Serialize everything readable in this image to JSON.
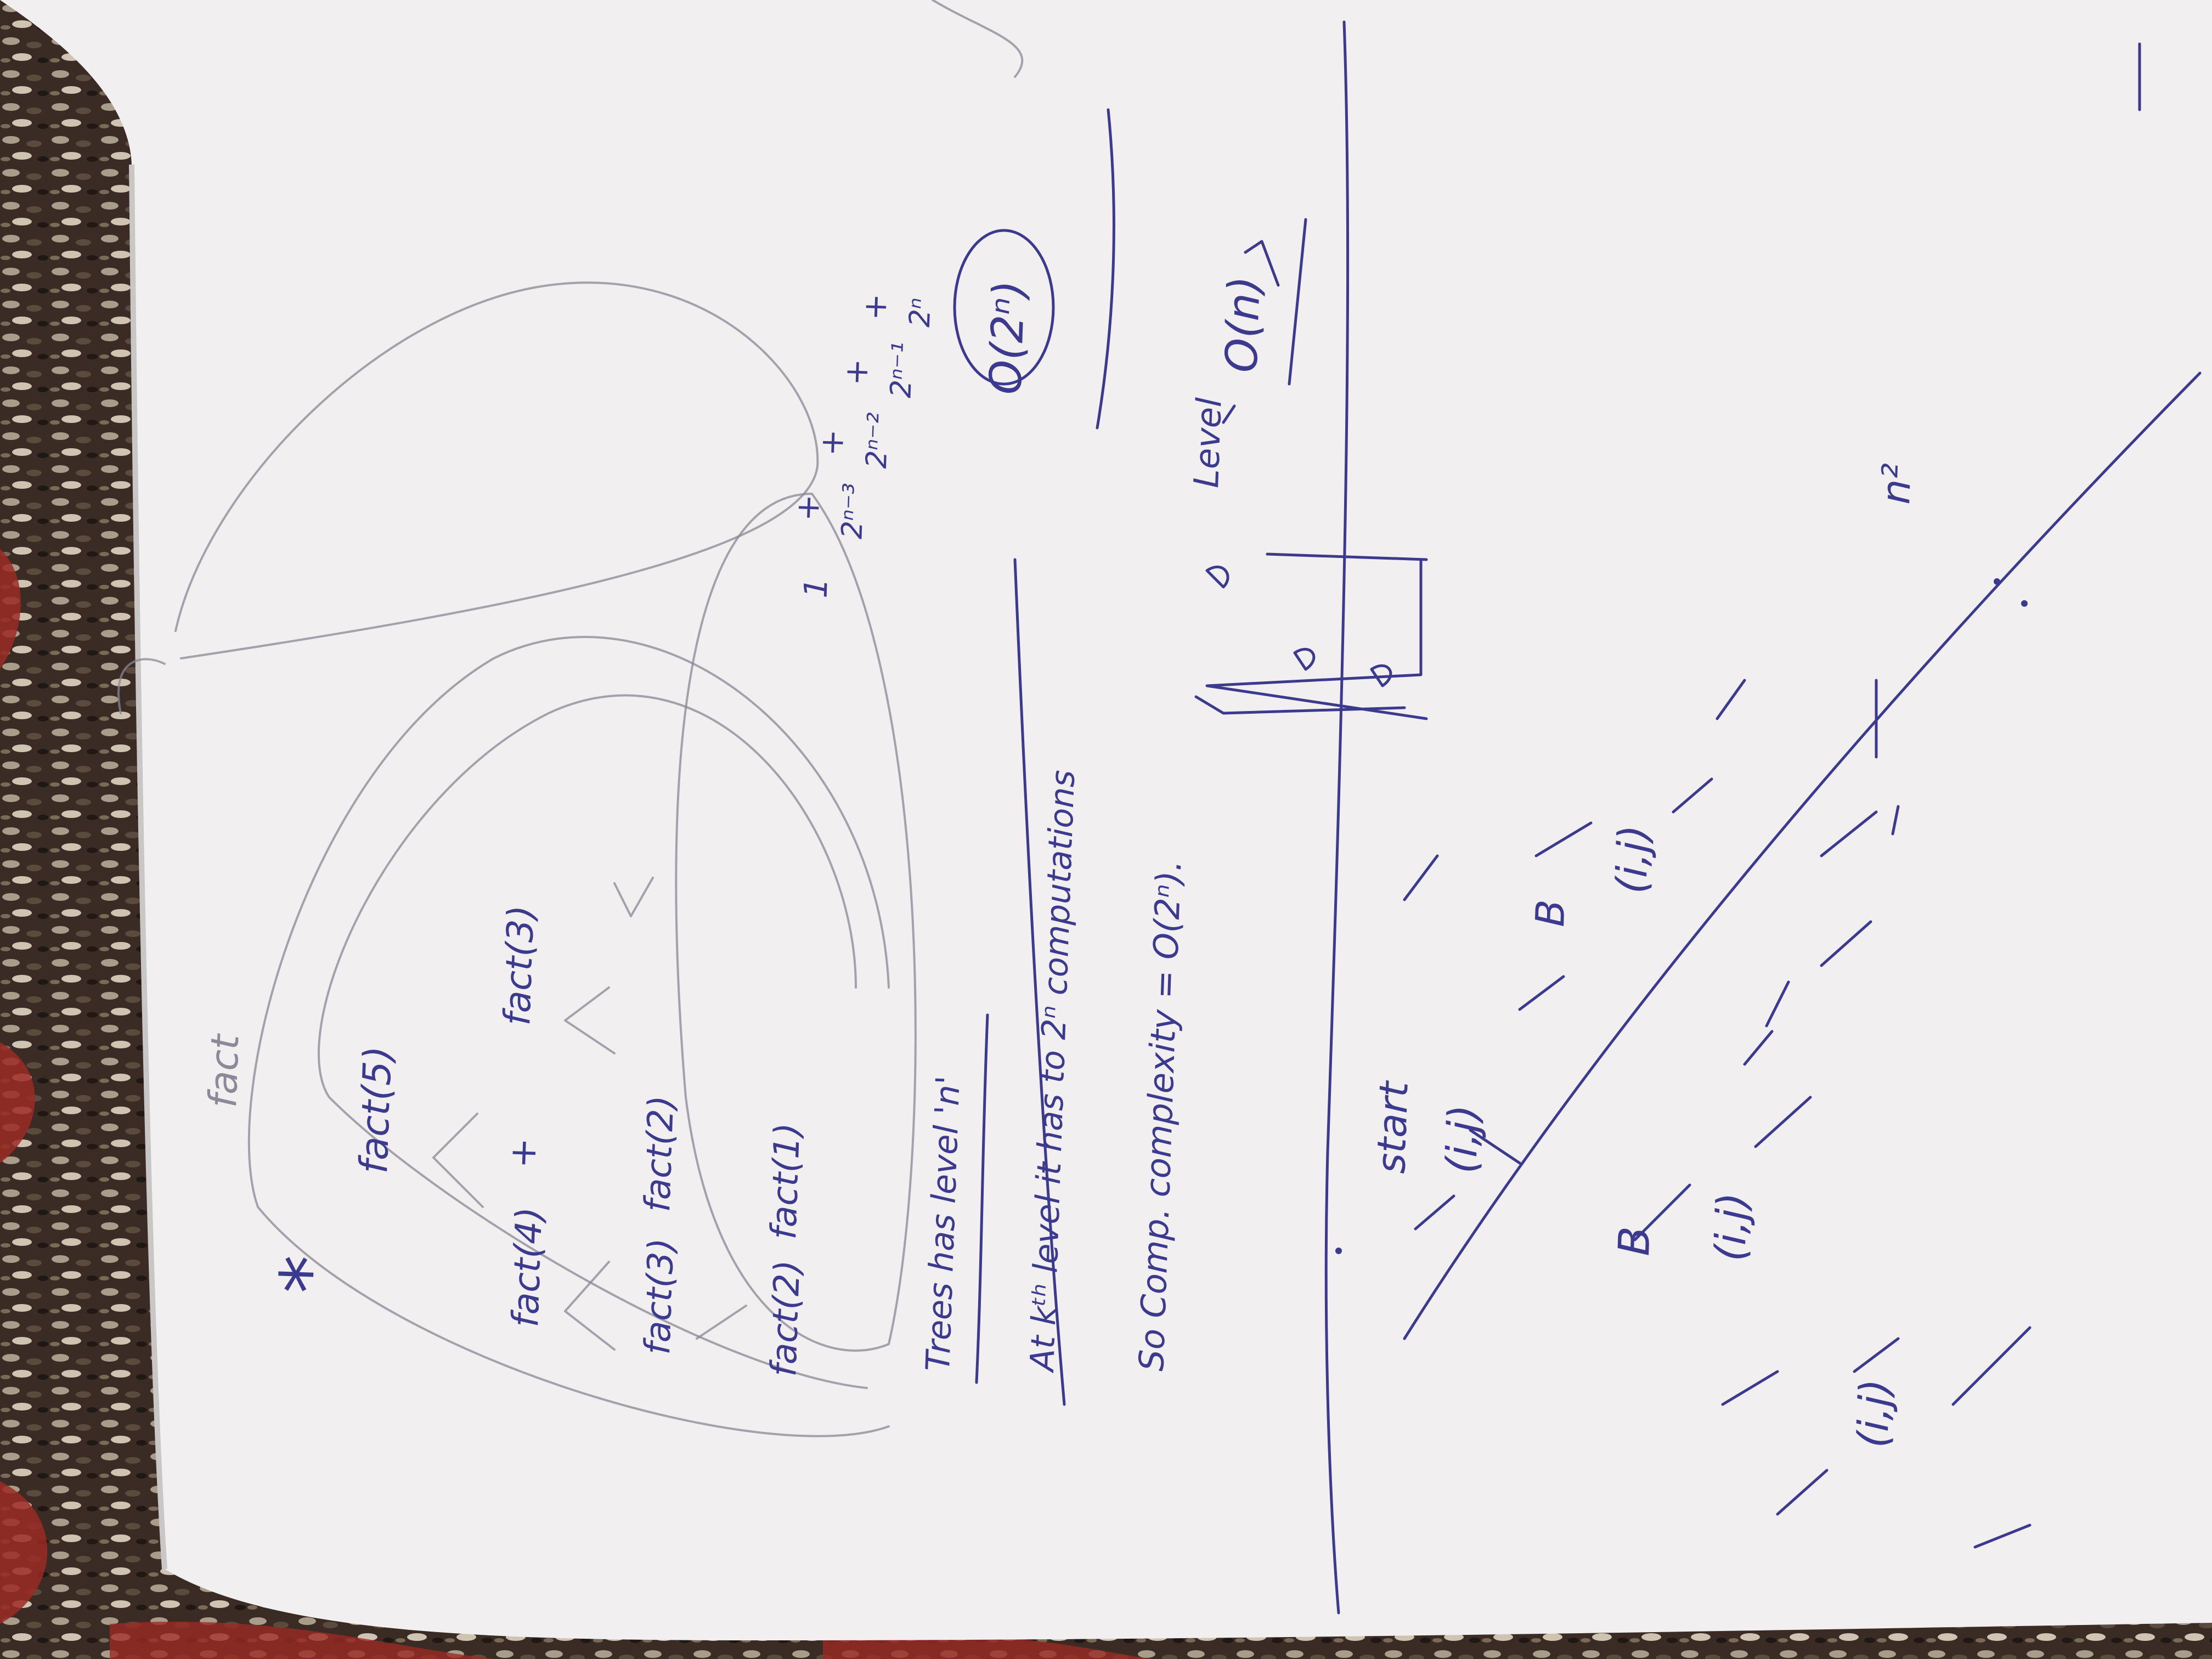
{
  "colors": {
    "paper": "#f1efef",
    "ink": "#3b3a8e",
    "pencil": "#8a8794",
    "carpet_red": "#9b2a24",
    "carpet_dark": "#2f241e",
    "carpet_light": "#a89c8a"
  },
  "upper_notes": {
    "recursion": {
      "root": "fact(5)",
      "level1_left": "fact(4)",
      "level1_plus": "+",
      "level1_right": "fact(3)",
      "level2_left": "fact(3)",
      "level2_right": "fact(2)",
      "level3_left": "fact(2)",
      "level3_right": "fact(1)",
      "star": "*"
    },
    "sum_terms": [
      "1",
      "+",
      "2ⁿ⁻³",
      "+",
      "2ⁿ⁻²",
      "+",
      "2ⁿ⁻¹",
      "+",
      "2ⁿ"
    ],
    "big_o_side": "O(2ⁿ)",
    "line_levels": "Trees has level 'n'",
    "line_kth": "At kᵗʰ level it has to 2ⁿ computations",
    "line_conclusion": "So Comp. complexity = O(2ⁿ).",
    "level_label": "Level",
    "big_o_level": "O(n)"
  },
  "lower_notes": {
    "start_label": "start",
    "cell_1": "(i,j)",
    "cell_2": "(i,j)",
    "cell_3": "(i,j)",
    "cell_4": "(i,j)",
    "b_label_1": "B",
    "b_label_2": "B",
    "n_squared": "n²"
  }
}
